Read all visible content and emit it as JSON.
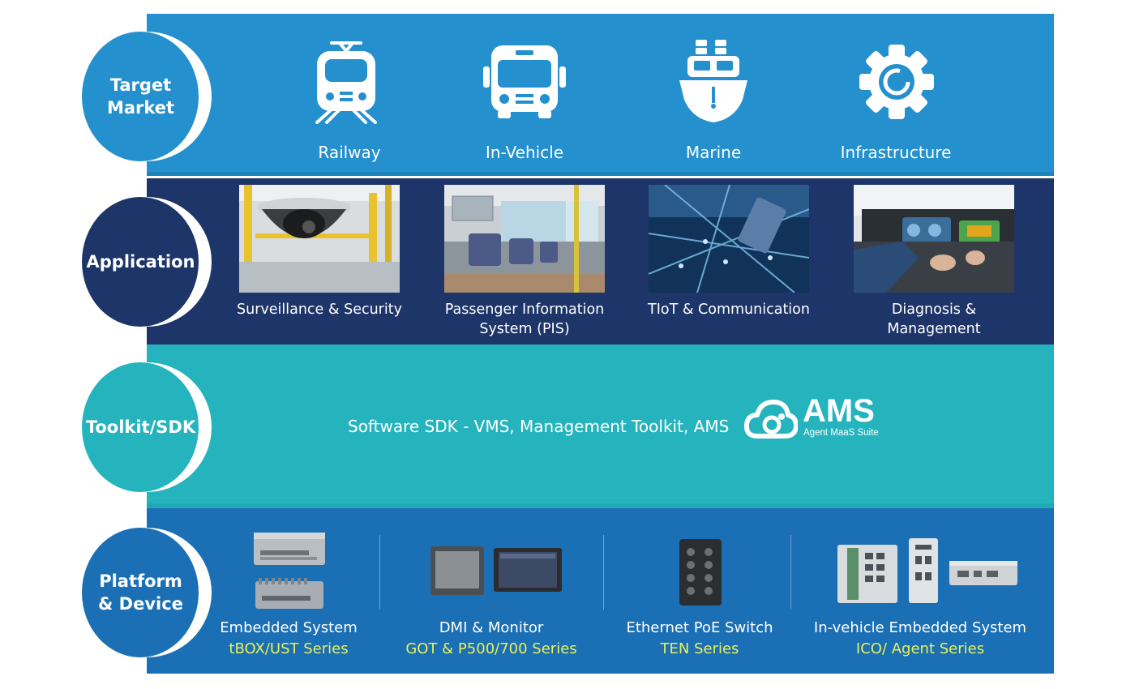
{
  "layers": [
    {
      "label": "Target\nMarket",
      "color": "#2490cd"
    },
    {
      "label": "Application",
      "color": "#1e3569"
    },
    {
      "label": "Toolkit/SDK",
      "color": "#25b4bd"
    },
    {
      "label": "Platform\n& Device",
      "color": "#1b6fb5"
    }
  ],
  "target_market": [
    {
      "label": "Railway",
      "icon": "train-icon"
    },
    {
      "label": "In-Vehicle",
      "icon": "bus-icon"
    },
    {
      "label": "Marine",
      "icon": "ship-icon"
    },
    {
      "label": "Infrastructure",
      "icon": "gear-icon"
    }
  ],
  "applications": [
    {
      "label": "Surveillance & Security"
    },
    {
      "label": "Passenger Information System (PIS)"
    },
    {
      "label": "TIoT & Communication"
    },
    {
      "label": "Diagnosis & Management"
    }
  ],
  "toolkit": {
    "text": "Software SDK - VMS, Management Toolkit, AMS",
    "logo_title": "AMS",
    "logo_subtitle": "Agent MaaS Suite"
  },
  "platforms": [
    {
      "name": "Embedded System",
      "series": "tBOX/UST Series"
    },
    {
      "name": "DMI & Monitor",
      "series": "GOT & P500/700 Series"
    },
    {
      "name": "Ethernet PoE Switch",
      "series": "TEN Series"
    },
    {
      "name": "In-vehicle Embedded System",
      "series": "ICO/ Agent  Series"
    }
  ],
  "colors": {
    "target_band": "#2490cd",
    "application_band": "#1e3569",
    "toolkit_band": "#25b4bd",
    "platform_band": "#1b6fb5",
    "series_text": "#e8f05a"
  }
}
